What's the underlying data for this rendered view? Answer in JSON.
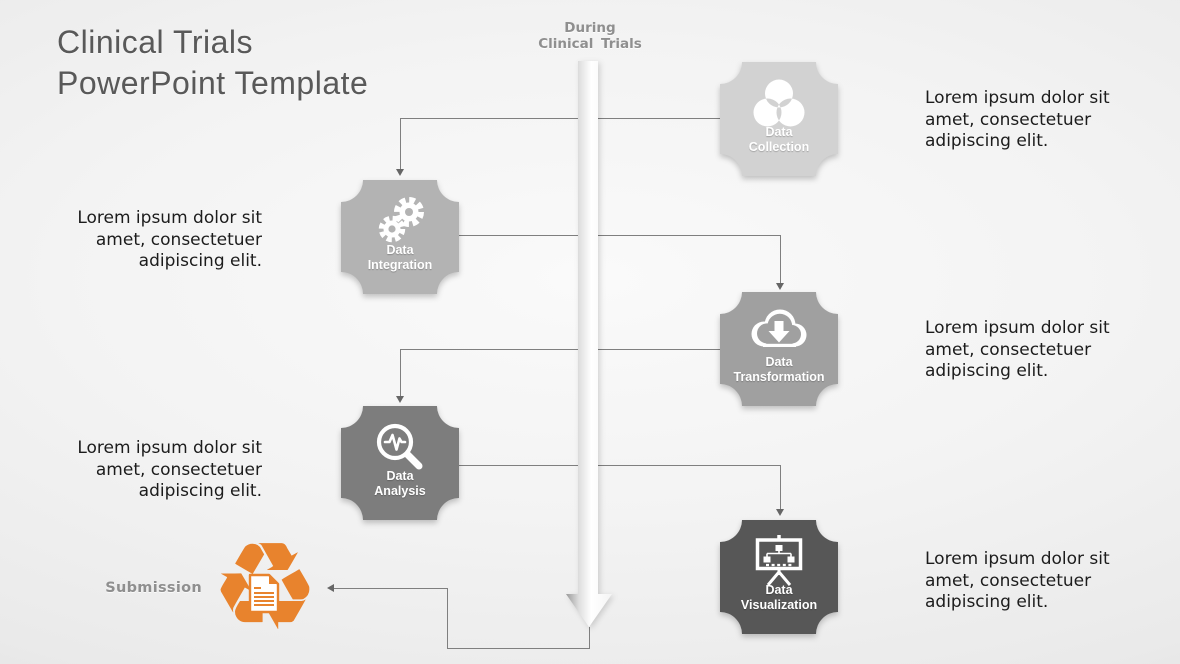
{
  "slide": {
    "title": "Clinical Trials\nPowerPoint Template",
    "center_label": "During\nClinical Trials",
    "submission": {
      "label": "Submission",
      "recycle_glyph": "♻"
    }
  },
  "colors": {
    "accent_orange": "#E8832D",
    "connector_gray": "#7F7F7F",
    "title_gray": "#595959",
    "muted_label_gray": "#8F8F8F",
    "badge_text_white": "#FFFFFF"
  },
  "steps": [
    {
      "label": "Data\nCollection",
      "icon": "venn-diagram-icon",
      "color": "#D2D2D2"
    },
    {
      "label": "Data\nIntegration",
      "icon": "gears-icon",
      "color": "#B3B3B3"
    },
    {
      "label": "Data\nTransformation",
      "icon": "cloud-download-icon",
      "color": "#A0A0A0"
    },
    {
      "label": "Data\nAnalysis",
      "icon": "magnifier-pulse-icon",
      "color": "#7D7D7D"
    },
    {
      "label": "Data\nVisualization",
      "icon": "presentation-chart-icon",
      "color": "#575757"
    }
  ],
  "annotations": [
    {
      "position": "right-of-data-collection",
      "text": "Lorem ipsum dolor sit\namet, consectetuer\nadipiscing elit."
    },
    {
      "position": "left-of-data-integration",
      "text": "Lorem ipsum dolor sit\namet, consectetuer\nadipiscing elit."
    },
    {
      "position": "right-of-data-transformation",
      "text": "Lorem ipsum dolor sit\namet, consectetuer\nadipiscing elit."
    },
    {
      "position": "left-of-data-analysis",
      "text": "Lorem ipsum dolor sit\namet, consectetuer\nadipiscing elit."
    },
    {
      "position": "right-of-data-visualization",
      "text": "Lorem ipsum dolor sit\namet, consectetuer\nadipiscing elit."
    }
  ]
}
